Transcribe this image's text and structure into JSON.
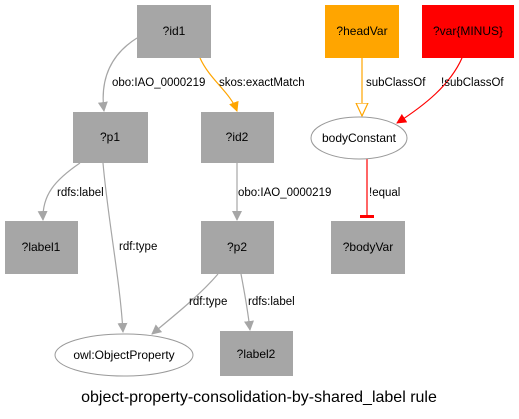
{
  "colors": {
    "node_gray": "#a6a6a6",
    "head_orange": "#ffa500",
    "minus_red": "#ff0000",
    "edge_gray": "#a6a6a6",
    "edge_orange": "#ffa500",
    "edge_red": "#ff0000",
    "ellipse_stroke": "#999999"
  },
  "nodes": {
    "id1": "?id1",
    "p1": "?p1",
    "id2": "?id2",
    "label1": "?label1",
    "p2": "?p2",
    "owl_objprop": "owl:ObjectProperty",
    "label2": "?label2",
    "headVar": "?headVar",
    "varMinus": "?var{MINUS}",
    "bodyConstant": "bodyConstant",
    "bodyVar": "?bodyVar"
  },
  "edges": {
    "id1_p1": "obo:IAO_0000219",
    "id1_id2": "skos:exactMatch",
    "p1_label1": "rdfs:label",
    "p1_owl": "rdf:type",
    "id2_p2": "obo:IAO_0000219",
    "p2_owl": "rdf:type",
    "p2_label2": "rdfs:label",
    "headVar_body": "subClassOf",
    "minus_body": "!subClassOf",
    "body_bodyVar": "!equal"
  },
  "caption": "object-property-consolidation-by-shared_label rule"
}
